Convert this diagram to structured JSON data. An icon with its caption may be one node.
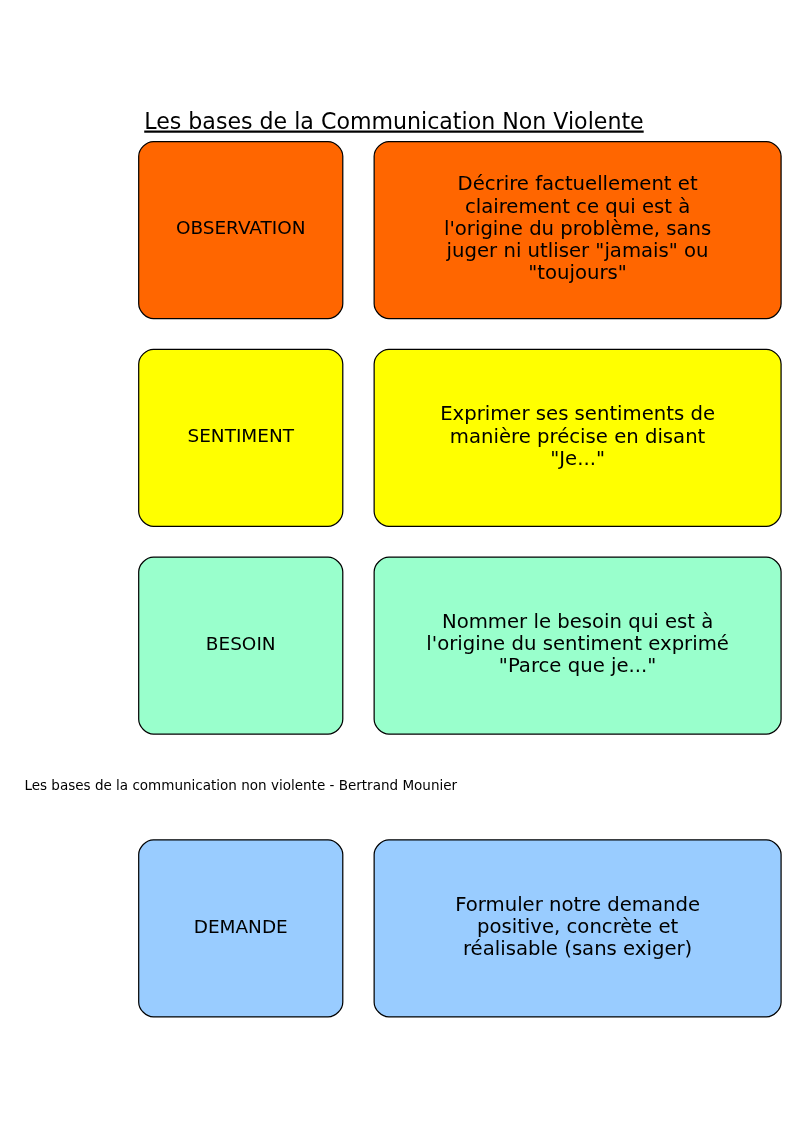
{
  "diagram": {
    "title": "Les bases de la Communication Non Violente",
    "nodes": [
      {
        "text": [
          "OBSERVATION"
        ]
      },
      {
        "text": [
          "Décrire factuellement et clairement ce qui est à l'origine du problème, sans juger ni utliser \"jamais\" ou \"toujours\""
        ]
      },
      {
        "text": [
          "SENTIMENT"
        ]
      },
      {
        "text": [
          "Exprimer ses sentiments de manière précise en disant \"Je...\""
        ]
      },
      {
        "text": [
          "BESOIN"
        ]
      },
      {
        "text": [
          "Nommer le besoin qui est à l'origine du sentiment exprimé \"Parce que je...\""
        ]
      },
      {
        "text": [
          "DEMANDE"
        ]
      },
      {
        "text": [
          "Formuler notre demande positive, concrète et réalisable (sans exiger)"
        ]
      }
    ],
    "edges": [],
    "labels": [
      "Les bases de la communication non violente - Bertrand Mounier"
    ]
  }
}
